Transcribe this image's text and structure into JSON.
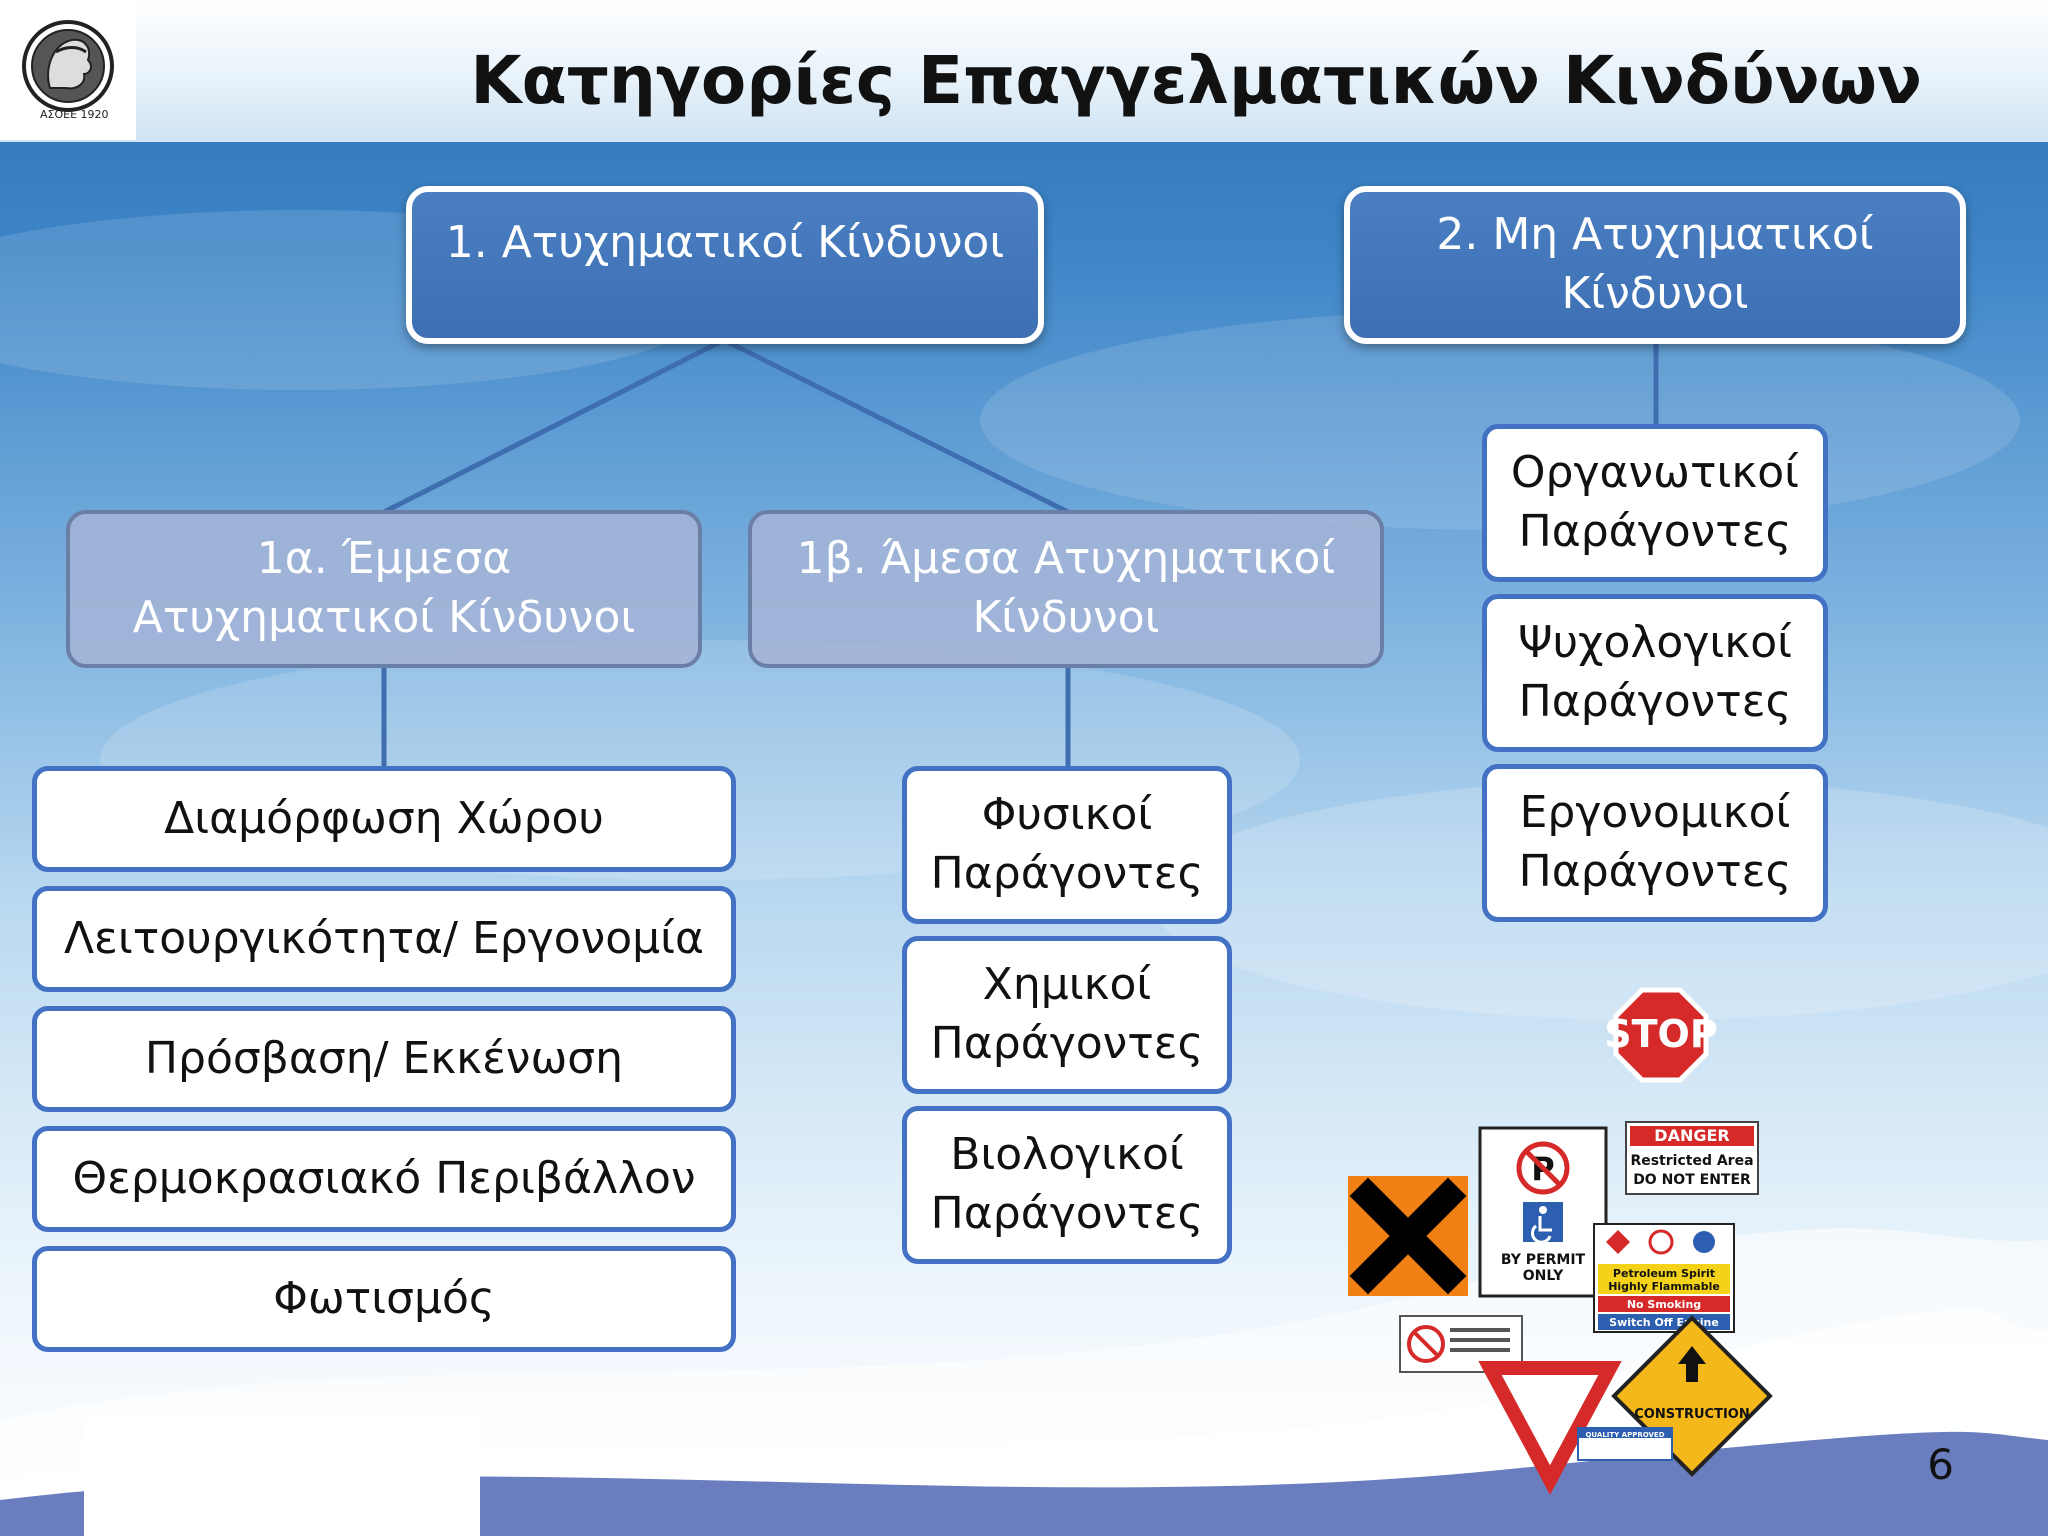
{
  "title": "Κατηγορίες Επαγγελματικών Κινδύνων",
  "logo": {
    "text": "ΑΣΟΕΕ 1920",
    "icon": "greek-head-medallion-icon"
  },
  "categories": [
    {
      "label": "1. Ατυχηματικοί Κίνδυνοι",
      "subcategories": [
        {
          "label": "1α. Έμμεσα Ατυχηματικοί Κίνδυνοι",
          "items": [
            "Διαμόρφωση Χώρου",
            "Λειτουργικότητα/ Εργονομία",
            "Πρόσβαση/ Εκκένωση",
            "Θερμοκρασιακό Περιβάλλον",
            "Φωτισμός"
          ]
        },
        {
          "label": "1β. Άμεσα Ατυχηματικοί Κίνδυνοι",
          "items": [
            "Φυσικοί Παράγοντες",
            "Χημικοί Παράγοντες",
            "Βιολογικοί Παράγοντες"
          ]
        }
      ]
    },
    {
      "label": "2. Μη Ατυχηματικοί Κίνδυνοι",
      "items": [
        "Οργανωτικοί Παράγοντες",
        "Ψυχολογικοί Παράγοντες",
        "Εργονομικοί Παράγοντες"
      ]
    }
  ],
  "signs": {
    "stop": "STOP",
    "danger": "DANGER",
    "restricted_1": "Restricted Area",
    "restricted_2": "DO NOT ENTER",
    "permit_1": "BY PERMIT",
    "permit_2": "ONLY",
    "petroleum_1": "Petroleum Spirit",
    "petroleum_2": "Highly Flammable",
    "no_smoking": "No Smoking",
    "switch_off": "Switch Off Engine",
    "construction": "CONSTRUCTION",
    "quality": "QUALITY APPROVED",
    "parking_letter": "P"
  },
  "page_number": "6",
  "colors": {
    "top_box": "#3d6fb3",
    "mid_box": "#a5b4d6",
    "leaf_border": "#4372c4",
    "connector": "#3f6eb0"
  }
}
